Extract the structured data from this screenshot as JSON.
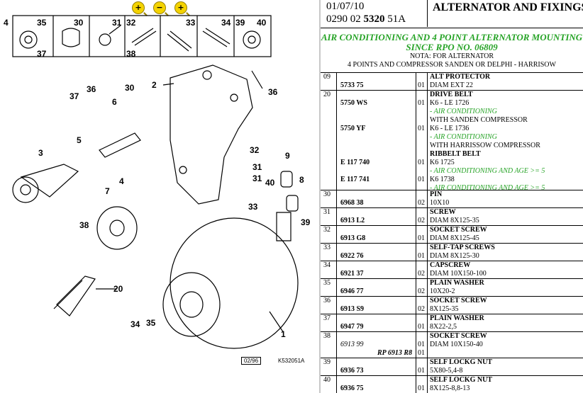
{
  "toolbar": {
    "zoom_in_icon": "zoom-in",
    "zoom_out_icon": "zoom-out",
    "zoom_pan_icon": "zoom-pan"
  },
  "diagram": {
    "labels": [
      "4",
      "35",
      "30",
      "31",
      "32",
      "33",
      "34",
      "39",
      "40",
      "37",
      "38",
      "2",
      "36",
      "37",
      "36",
      "30",
      "6",
      "5",
      "3",
      "4",
      "7",
      "38",
      "20",
      "32",
      "31",
      "31",
      "9",
      "40",
      "8",
      "33",
      "39",
      "34",
      "35",
      "1"
    ],
    "footer_date": "02/96",
    "footer_code": "K532051A"
  },
  "header": {
    "date": "01/07/10",
    "ref_prefix": "0290 02",
    "ref_bold": "5320",
    "ref_suffix": "51A",
    "title": "ALTERNATOR AND FIXINGS"
  },
  "section": {
    "green_title_1": "AIR CONDITIONING AND 4 POINT ALTERNATOR MOUNTING",
    "green_title_2": "SINCE RPO NO. 06809",
    "note": "NOTA: FOR ALTERNATOR",
    "note_2": "4 POINTS AND COMPRESSOR SANDEN OR DELPHI - HARRISOW"
  },
  "rows": [
    {
      "idx": "09",
      "lines": [
        {
          "ref": "5733 75",
          "qty": "01",
          "desc": [
            "ALT PROTECTOR",
            "DIAM EXT 22"
          ]
        }
      ]
    },
    {
      "idx": "20",
      "drive_belt": {
        "title": "DRIVE BELT",
        "ws_ref": "5750 WS",
        "ws_qty": "01",
        "ws_desc": "K6 - LE 1726",
        "ws_green": "- AIR CONDITIONING",
        "ws_note": "WITH SANDEN COMPRESSOR",
        "yf_ref": "5750 YF",
        "yf_qty": "01",
        "yf_desc": "K6 - LE 1736",
        "yf_green": "- AIR CONDITIONING",
        "yf_note": "WITH HARRISSOW COMPRESSOR",
        "ribbelt": "RIBBELT BELT",
        "e1_ref": "E 117 740",
        "e1_qty": "01",
        "e1_desc": "K6 1725",
        "e1_green": "- AIR CONDITIONING AND AGE >= 5",
        "e2_ref": "E 117 741",
        "e2_qty": "01",
        "e2_desc": "K6 1738",
        "e2_green": "- AIR CONDITIONING AND AGE >= 5"
      }
    },
    {
      "idx": "30",
      "lines": [
        {
          "ref": "6968 38",
          "qty": "02",
          "desc": [
            "PIN",
            "10X10"
          ]
        }
      ]
    },
    {
      "idx": "31",
      "lines": [
        {
          "ref": "6913 L2",
          "qty": "02",
          "desc": [
            "SCREW",
            "DIAM 8X125-35"
          ]
        }
      ]
    },
    {
      "idx": "32",
      "lines": [
        {
          "ref": "6913 G8",
          "qty": "01",
          "desc": [
            "SOCKET SCREW",
            "DIAM 8X125-45"
          ]
        }
      ]
    },
    {
      "idx": "33",
      "lines": [
        {
          "ref": "6922 76",
          "qty": "01",
          "desc": [
            "SELF-TAP SCREWS",
            "DIAM 8X125-30"
          ]
        }
      ]
    },
    {
      "idx": "34",
      "lines": [
        {
          "ref": "6921 37",
          "qty": "02",
          "desc": [
            "CAPSCREW",
            "DIAM 10X150-100"
          ]
        }
      ]
    },
    {
      "idx": "35",
      "lines": [
        {
          "ref": "6946 77",
          "qty": "02",
          "desc": [
            "PLAIN WASHER",
            "10X20-2"
          ]
        }
      ]
    },
    {
      "idx": "36",
      "lines": [
        {
          "ref": "6913 S9",
          "qty": "02",
          "desc": [
            "SOCKET SCREW",
            "8X125-35"
          ]
        }
      ]
    },
    {
      "idx": "37",
      "lines": [
        {
          "ref": "6947 79",
          "qty": "01",
          "desc": [
            "PLAIN WASHER",
            "8X22-2,5"
          ]
        }
      ]
    },
    {
      "idx": "38",
      "socket": {
        "title": "SOCKET SCREW",
        "ref": "6913 99",
        "qty": "01",
        "desc": "DIAM 10X150-40",
        "rp": "RP 6913 R8",
        "rp_qty": "01"
      }
    },
    {
      "idx": "39",
      "lines": [
        {
          "ref": "6936 73",
          "qty": "01",
          "desc": [
            "SELF LOCKG NUT",
            "5X80-5,4-8"
          ]
        }
      ]
    },
    {
      "idx": "40",
      "lines": [
        {
          "ref": "6936 75",
          "qty": "01",
          "desc": [
            "SELF LOCKG NUT",
            "8X125-8,8-13"
          ]
        }
      ]
    }
  ]
}
